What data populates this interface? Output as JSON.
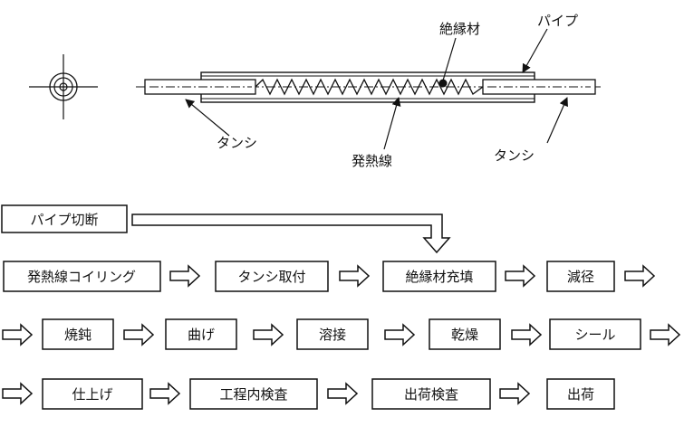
{
  "labels": {
    "insulation": "絶縁材",
    "pipe": "パイプ",
    "terminal_left": "タンシ",
    "heating_wire": "発熱線",
    "terminal_right": "タンシ"
  },
  "steps": {
    "pipe_cut": "パイプ切断",
    "wire_coiling": "発熱線コイリング",
    "terminal_attach": "タンシ取付",
    "insulation_fill": "絶縁材充填",
    "reduction": "減径",
    "annealing": "焼鈍",
    "bending": "曲げ",
    "welding": "溶接",
    "drying": "乾燥",
    "sealing": "シール",
    "finishing": "仕上げ",
    "inspection": "工程内検査",
    "shipping_inspection": "出荷検査",
    "shipping": "出荷"
  }
}
